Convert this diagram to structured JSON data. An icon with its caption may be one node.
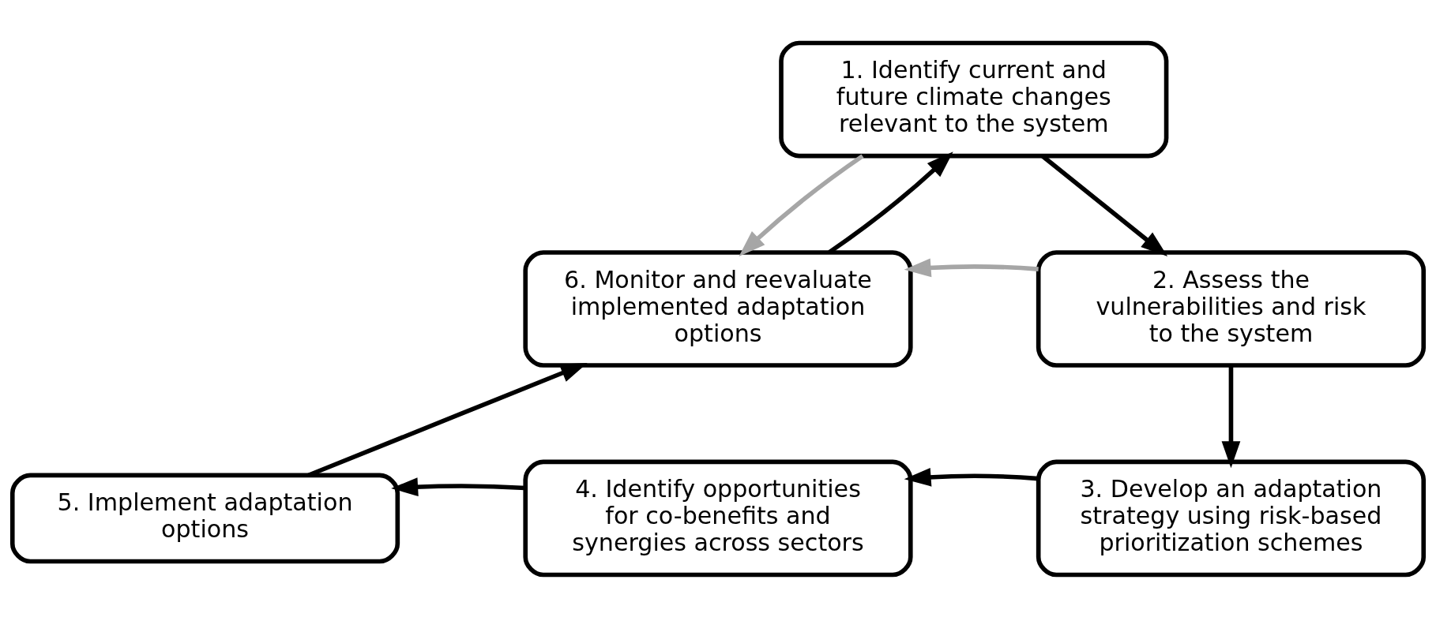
{
  "diagram": {
    "nodes": [
      {
        "text": [
          "1. Identify current and future climate changes relevant to the system"
        ]
      },
      {
        "text": [
          "2. Assess the vulnerabilities and risk to the system"
        ]
      },
      {
        "text": [
          "3. Develop an adaptation strategy using risk-based prioritization schemes"
        ]
      },
      {
        "text": [
          "4. Identify opportunities for co-benefits and synergies across sectors"
        ]
      },
      {
        "text": [
          "5. Implement adaptation options"
        ]
      },
      {
        "text": [
          "6. Monitor and reevaluate implemented adaptation options"
        ]
      }
    ],
    "edges": [
      {
        "from": 5,
        "to": 0,
        "arrow": "to"
      },
      {
        "from": 0,
        "to": 1,
        "arrow": "to"
      },
      {
        "from": 1,
        "to": 2,
        "arrow": "to"
      },
      {
        "from": 2,
        "to": 3,
        "arrow": "to"
      },
      {
        "from": 3,
        "to": 4,
        "arrow": "to"
      },
      {
        "from": 4,
        "to": 5,
        "arrow": "to"
      },
      {
        "from": 0,
        "to": 5,
        "arrow": "to",
        "color": "#a6a6a6"
      },
      {
        "from": 1,
        "to": 5,
        "arrow": "to",
        "color": "#a6a6a6"
      }
    ]
  }
}
